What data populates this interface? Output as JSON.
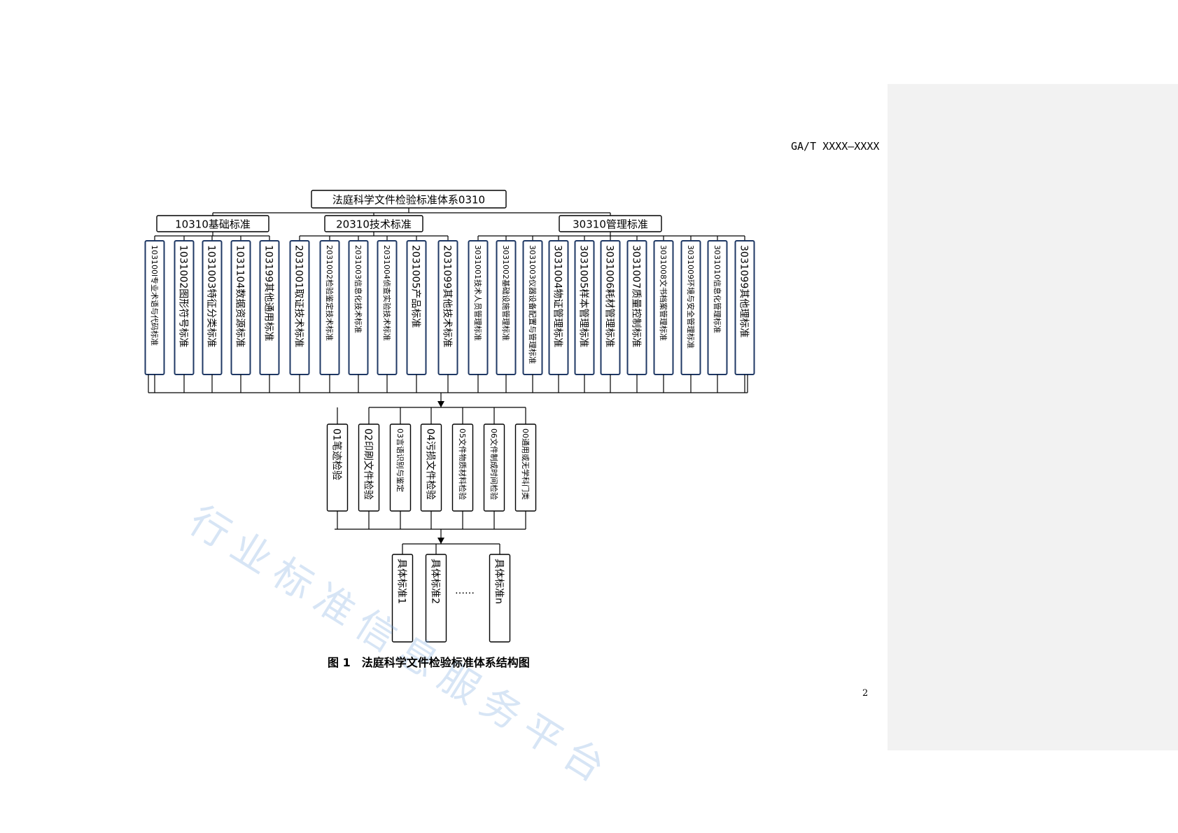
{
  "header": {
    "code": "GA/T XXXX—XXXX"
  },
  "page_number": "2",
  "caption": "图 1　法庭科学文件检验标准体系结构图",
  "watermark": "行业标准信息服务平台",
  "colors": {
    "navy": "#1f3864",
    "line": "#000000",
    "side_panel": "#f2f2f2"
  },
  "diagram": {
    "root": "法庭科学文件检验标准体系0310",
    "groups": [
      {
        "label": "10310基础标准",
        "items": [
          "103100l专业术语与代码标准",
          "1031002图形符号标准",
          "1031003特征分类标准",
          "1031104数据资源标准",
          "103199其他通用标准"
        ]
      },
      {
        "label": "20310技术标准",
        "items": [
          "2031001取证技术标准",
          "2031002检验鉴定技术标准",
          "2031003信息化技术标准",
          "2031004侦查实验技术标准",
          "2031005产品标准",
          "2031099其他技术标准"
        ]
      },
      {
        "label": "30310管理标准",
        "items": [
          "3031001技术人员管理标准",
          "3031002基础设施管理标准",
          "3031003仪器设备配置与管理标准",
          "3031004物证管理标准",
          "3031005样本管理标准",
          "3031006耗材管理标准",
          "3031007质量控制标准",
          "3031008文书档案管理标准",
          "3031009环境与安全管理标准",
          "3031010信息化管理标准",
          "3031099其他理标准"
        ]
      }
    ],
    "disciplines": [
      "01笔迹检验",
      "02印刷文件检验",
      "03言语识别与鉴定",
      "04污损文件检验",
      "05文件物质材料检验",
      "06文件制成时间检验",
      "00通用或无学科门类"
    ],
    "specifics": [
      "具体标准1",
      "具体标准2",
      "具体标准n"
    ],
    "ellipsis": "……"
  }
}
